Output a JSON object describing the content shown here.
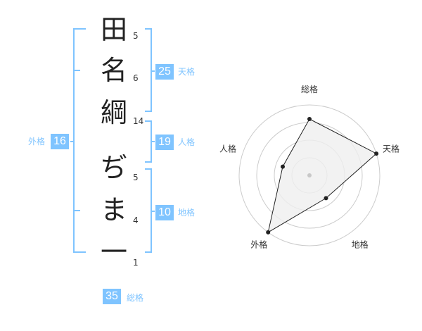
{
  "name": {
    "chars": [
      {
        "char": "田",
        "strokes": "5"
      },
      {
        "char": "名",
        "strokes": "6"
      },
      {
        "char": "綱",
        "strokes": "14"
      },
      {
        "char": "ぢ",
        "strokes": "5"
      },
      {
        "char": "ま",
        "strokes": "4"
      },
      {
        "char": "一",
        "strokes": "1"
      }
    ]
  },
  "fortune": {
    "tenkaku": {
      "label": "天格",
      "value": "25"
    },
    "jinkaku": {
      "label": "人格",
      "value": "19"
    },
    "chikaku": {
      "label": "地格",
      "value": "10"
    },
    "gaikaku": {
      "label": "外格",
      "value": "16"
    },
    "soukaku": {
      "label": "総格",
      "value": "35"
    }
  },
  "colors": {
    "accent": "#7fc4ff"
  },
  "chart_data": {
    "type": "radar",
    "axes": [
      "総格",
      "天格",
      "地格",
      "外格",
      "人格"
    ],
    "values": [
      0.8,
      1.0,
      0.4,
      1.0,
      0.4
    ],
    "max": 1.0,
    "rings": 4
  }
}
